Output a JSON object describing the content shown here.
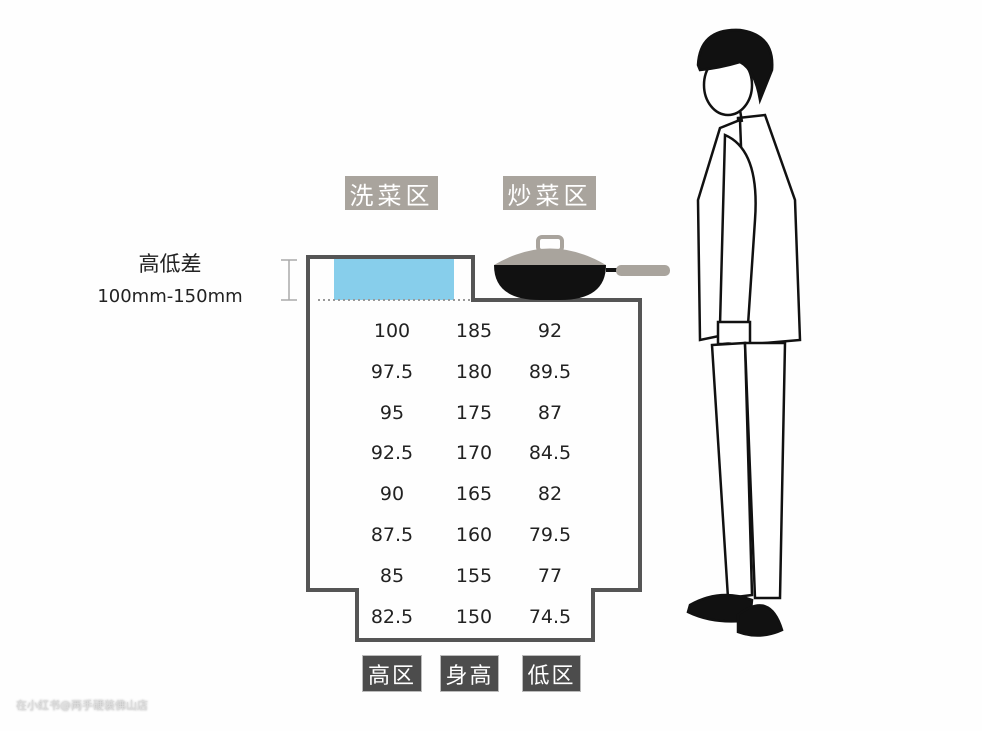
{
  "zones": {
    "wash": "洗菜区",
    "cook": "炒菜区"
  },
  "height_difference": {
    "label": "高低差",
    "range": "100mm-150mm"
  },
  "columns": {
    "high": "高区",
    "height": "身高",
    "low": "低区"
  },
  "table": [
    [
      "100",
      "185",
      "92"
    ],
    [
      "97.5",
      "180",
      "89.5"
    ],
    [
      "95",
      "175",
      "87"
    ],
    [
      "92.5",
      "170",
      "84.5"
    ],
    [
      "90",
      "165",
      "82"
    ],
    [
      "87.5",
      "160",
      "79.5"
    ],
    [
      "85",
      "155",
      "77"
    ],
    [
      "82.5",
      "150",
      "74.5"
    ]
  ],
  "colors": {
    "sink": "#87ceeb",
    "outline": "#555555",
    "tag_light": "#a9a49d",
    "tag_dark": "#4c4c4c"
  },
  "watermark": "在小红书@两手硬装佛山店"
}
